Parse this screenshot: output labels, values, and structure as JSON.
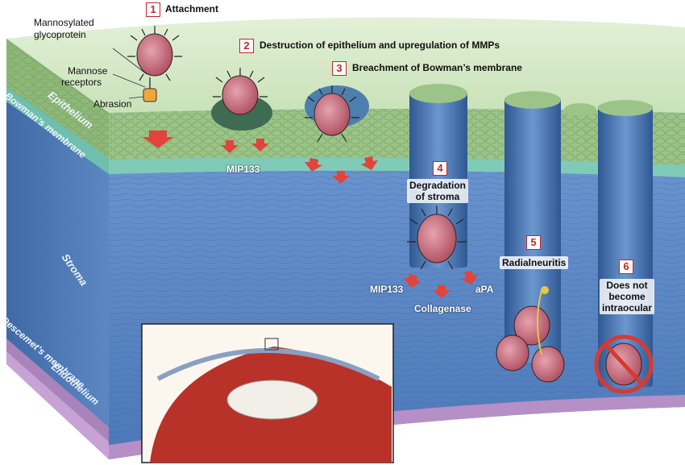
{
  "steps": [
    {
      "num": "1",
      "text": "Attachment"
    },
    {
      "num": "2",
      "text": "Destruction of epithelium and upregulation of MMPs"
    },
    {
      "num": "3",
      "text": "Breachment of Bowman’s membrane"
    },
    {
      "num": "4",
      "text": "Degradation of stroma"
    },
    {
      "num": "5",
      "text": "Radialneuritis"
    },
    {
      "num": "6",
      "text": "Does not become intraocular"
    }
  ],
  "step4_lines": [
    "Degradation",
    "of stroma"
  ],
  "step6_lines": [
    "Does not",
    "become",
    "intraocular"
  ],
  "left_labels": {
    "mannosylated": "Mannosylated",
    "glycoprotein": "glycoprotein",
    "mannose": "Mannose",
    "receptors": "receptors",
    "abrasion": "Abrasion"
  },
  "layers": {
    "epithelium": "Epithelium",
    "bowman": "Bowman’s membrane",
    "stroma": "Stroma",
    "descemet": "Descemet’s membrane",
    "endothelium": "Endothelium"
  },
  "enzymes": {
    "mip133_a": "MIP133",
    "mip133_b": "MIP133",
    "apa": "aPA",
    "collagenase": "Collagenase"
  },
  "colors": {
    "epithelium": "#9cc489",
    "stroma": "#5b86c4",
    "bowman": "#7fcbb8",
    "descemet": "#b58fc6",
    "parasite": "#c96b7c",
    "arrow": "#e0443a"
  }
}
